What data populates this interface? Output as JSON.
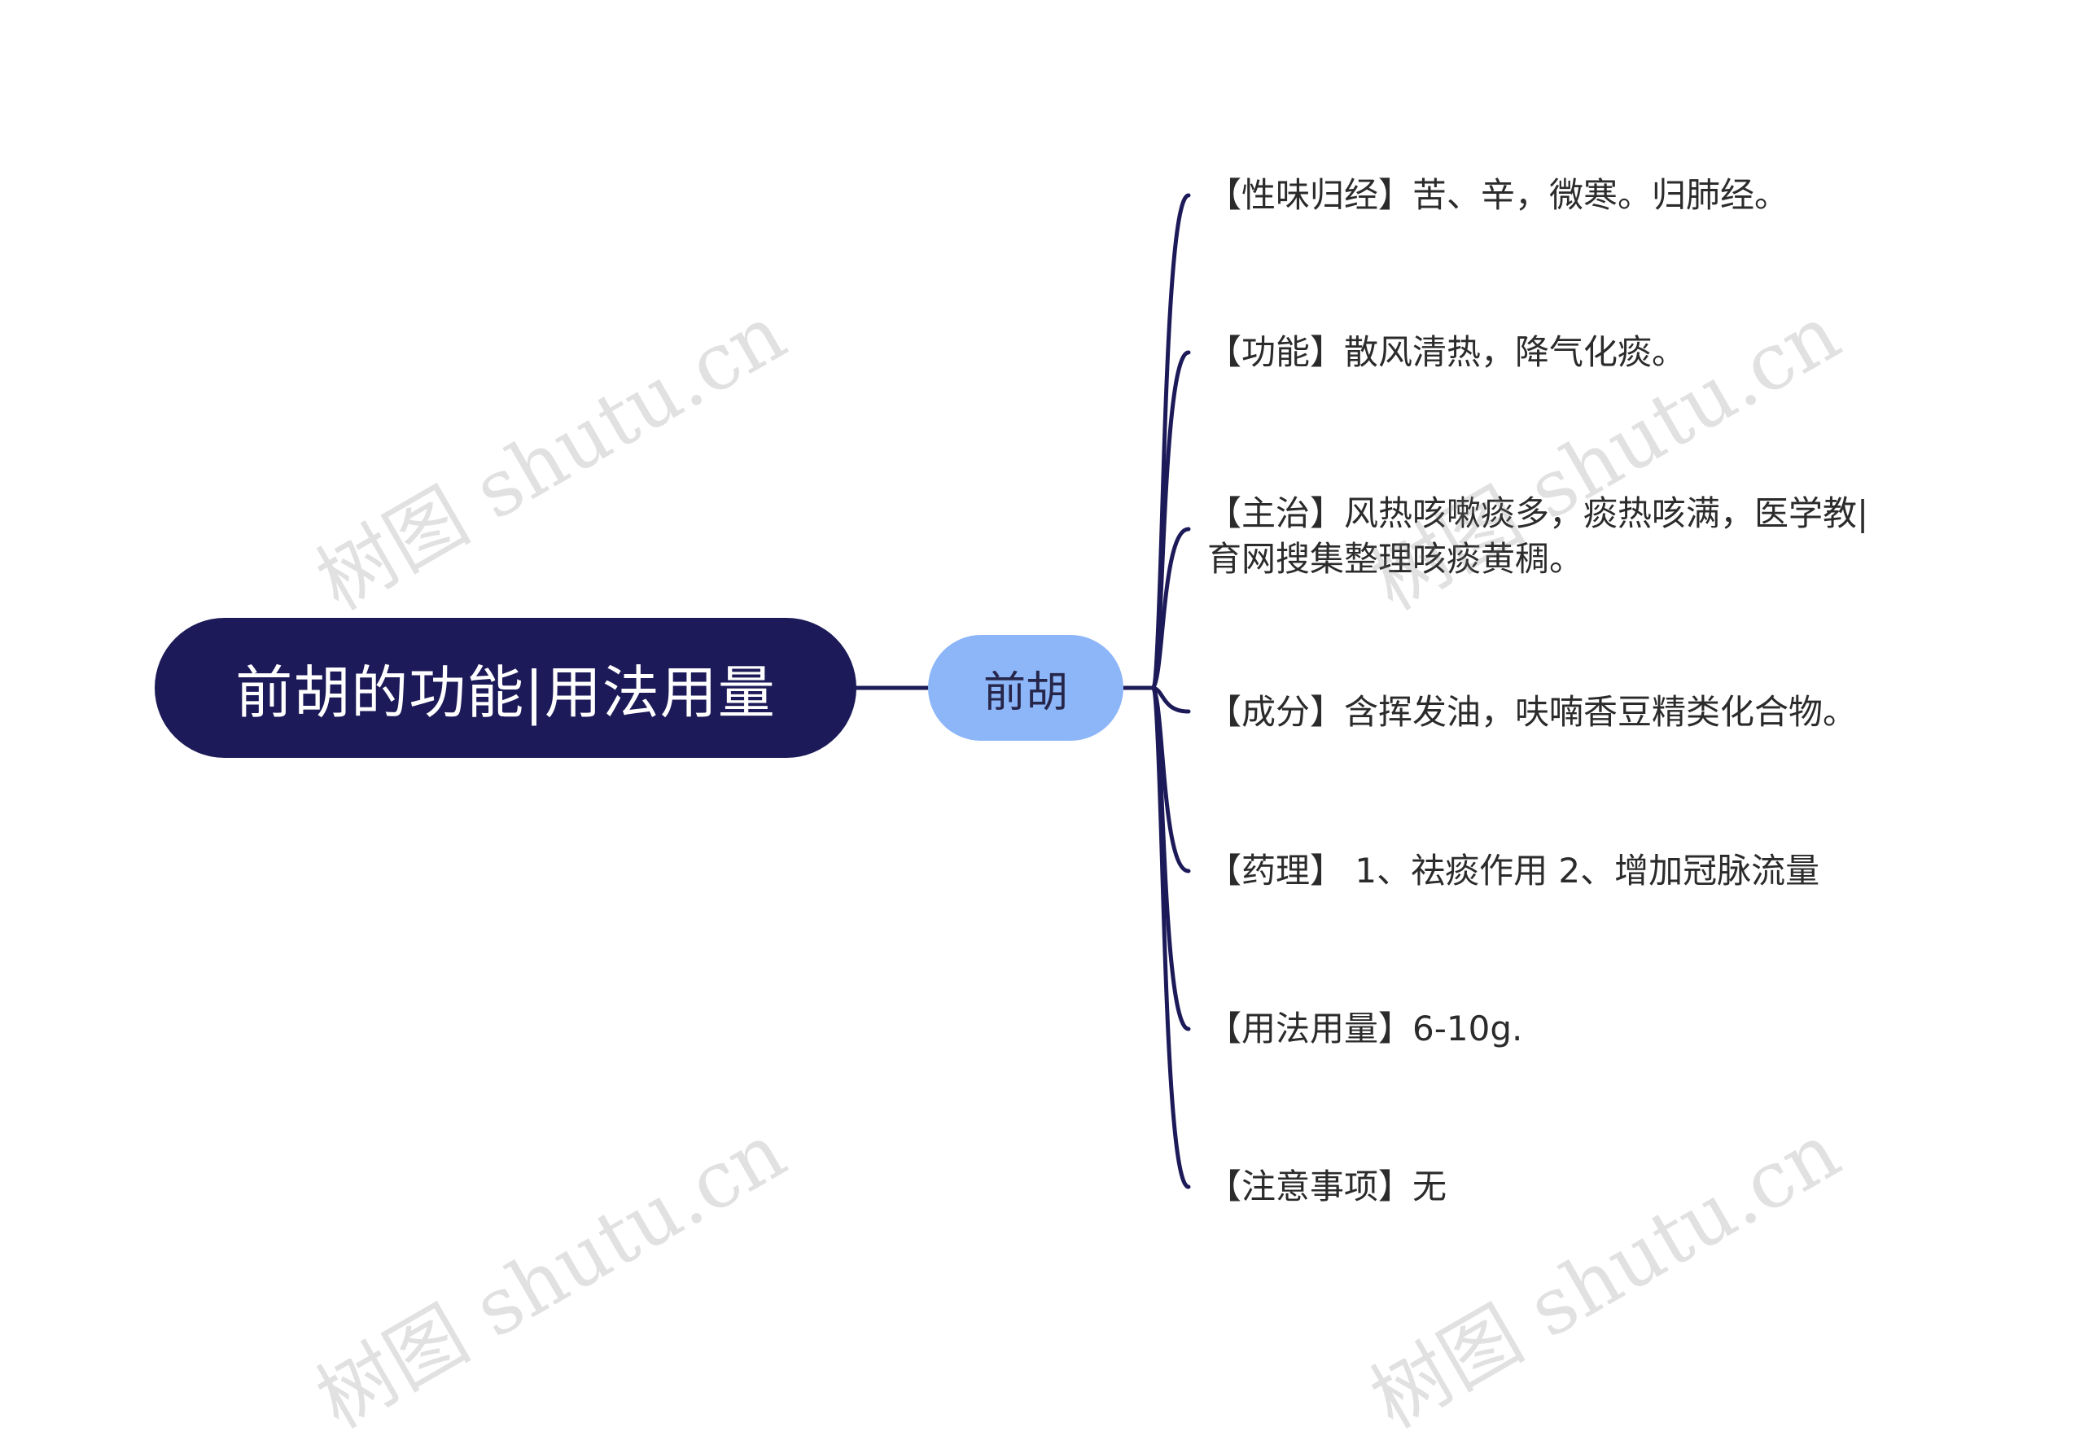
{
  "root": {
    "label": "前胡的功能|用法用量"
  },
  "center": {
    "label": "前胡"
  },
  "leaves": [
    {
      "text": "【性味归经】苦、辛，微寒。归肺经。"
    },
    {
      "text": "【功能】散风清热，降气化痰。"
    },
    {
      "line1": "【主治】风热咳嗽痰多，痰热咳满，医学教|",
      "line2": "育网搜集整理咳痰黄稠。"
    },
    {
      "text": "【成分】含挥发油，呋喃香豆精类化合物。"
    },
    {
      "text": "【药理】 1、祛痰作用 2、增加冠脉流量"
    },
    {
      "text": "【用法用量】6-10g."
    },
    {
      "text": "【注意事项】无"
    }
  ],
  "watermark": {
    "text": "树图 shutu.cn"
  },
  "colors": {
    "root_fill": "#1c1a58",
    "center_fill": "#8db6f9",
    "connector": "#1c1a58"
  }
}
